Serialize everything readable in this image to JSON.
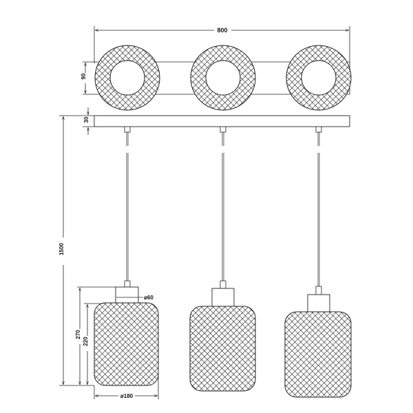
{
  "drawing": {
    "type": "technical-dimension-drawing",
    "subject": "3-light pendant lamp with mesh shades on linear canopy",
    "line_color": "#222222",
    "background": "#ffffff"
  },
  "dimensions": {
    "overall_width": "800",
    "canopy_depth": "90",
    "canopy_height": "30",
    "overall_height": "1500",
    "lamp_height": "270",
    "shade_height": "220",
    "holder_diameter": "ø60",
    "shade_diameter": "ø180"
  },
  "views": {
    "top_view": {
      "lamp_count": 3
    },
    "front_view": {
      "lamp_count": 3
    }
  }
}
